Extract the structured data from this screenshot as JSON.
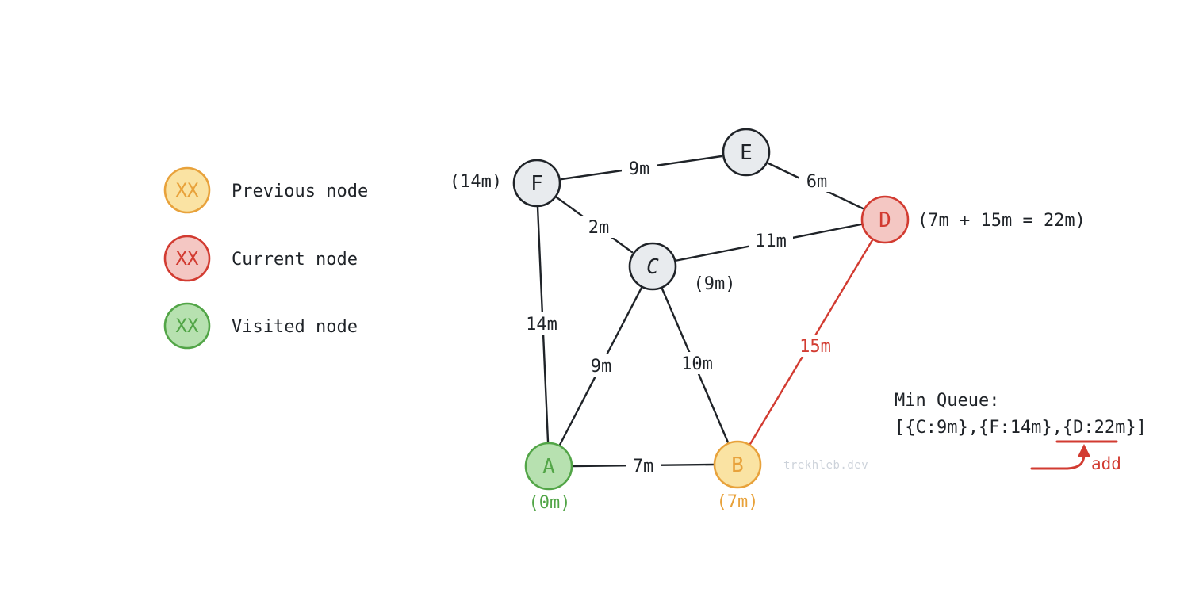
{
  "watermark": "trekhleb.dev",
  "colors": {
    "ink": "#1f2328",
    "gray_fill": "#e8ebee",
    "orange": "#e8a23b",
    "orange_fill": "#fae3a3",
    "red": "#d23b31",
    "red_fill": "#f4c7c3",
    "green": "#52a547",
    "green_fill": "#b7e1b0",
    "watermark_color": "#ccd2da"
  },
  "legend": {
    "items": [
      {
        "badge": "XX",
        "label": "Previous node",
        "state": "previous"
      },
      {
        "badge": "XX",
        "label": "Current node",
        "state": "current"
      },
      {
        "badge": "XX",
        "label": "Visited node",
        "state": "visited"
      }
    ]
  },
  "graph": {
    "nodes": [
      {
        "id": "A",
        "state": "visited",
        "distance": "(0m)"
      },
      {
        "id": "B",
        "state": "previous",
        "distance": "(7m)"
      },
      {
        "id": "C",
        "state": "unvisited",
        "distance": "(9m)"
      },
      {
        "id": "D",
        "state": "current",
        "distance": "(7m + 15m = 22m)"
      },
      {
        "id": "E",
        "state": "unvisited"
      },
      {
        "id": "F",
        "state": "unvisited",
        "distance": "(14m)"
      }
    ],
    "edges": [
      {
        "from": "F",
        "to": "E",
        "weight": "9m",
        "highlighted": false
      },
      {
        "from": "E",
        "to": "D",
        "weight": "6m",
        "highlighted": false
      },
      {
        "from": "F",
        "to": "C",
        "weight": "2m",
        "highlighted": false
      },
      {
        "from": "C",
        "to": "D",
        "weight": "11m",
        "highlighted": false
      },
      {
        "from": "F",
        "to": "A",
        "weight": "14m",
        "highlighted": false
      },
      {
        "from": "A",
        "to": "C",
        "weight": "9m",
        "highlighted": false
      },
      {
        "from": "C",
        "to": "B",
        "weight": "10m",
        "highlighted": false
      },
      {
        "from": "B",
        "to": "D",
        "weight": "15m",
        "highlighted": true
      },
      {
        "from": "A",
        "to": "B",
        "weight": "7m",
        "highlighted": false
      }
    ]
  },
  "min_queue": {
    "title": "Min Queue:",
    "value": "[{C:9m},{F:14m},{D:22m}]",
    "annotation": "add"
  }
}
